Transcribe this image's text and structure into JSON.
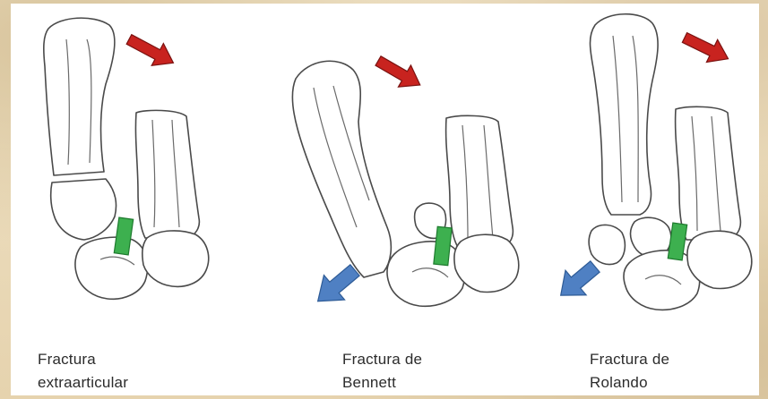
{
  "figures": [
    {
      "caption_line1": "Fractura",
      "caption_line2": "extraarticular"
    },
    {
      "caption_line1": "Fractura de",
      "caption_line2": "Bennett"
    },
    {
      "caption_line1": "Fractura de",
      "caption_line2": "Rolando"
    }
  ],
  "colors": {
    "red_arrow": "#c8231f",
    "blue_arrow": "#4f80c3",
    "green_marker": "#3db04f",
    "bone_outline": "#4a4a4a"
  }
}
